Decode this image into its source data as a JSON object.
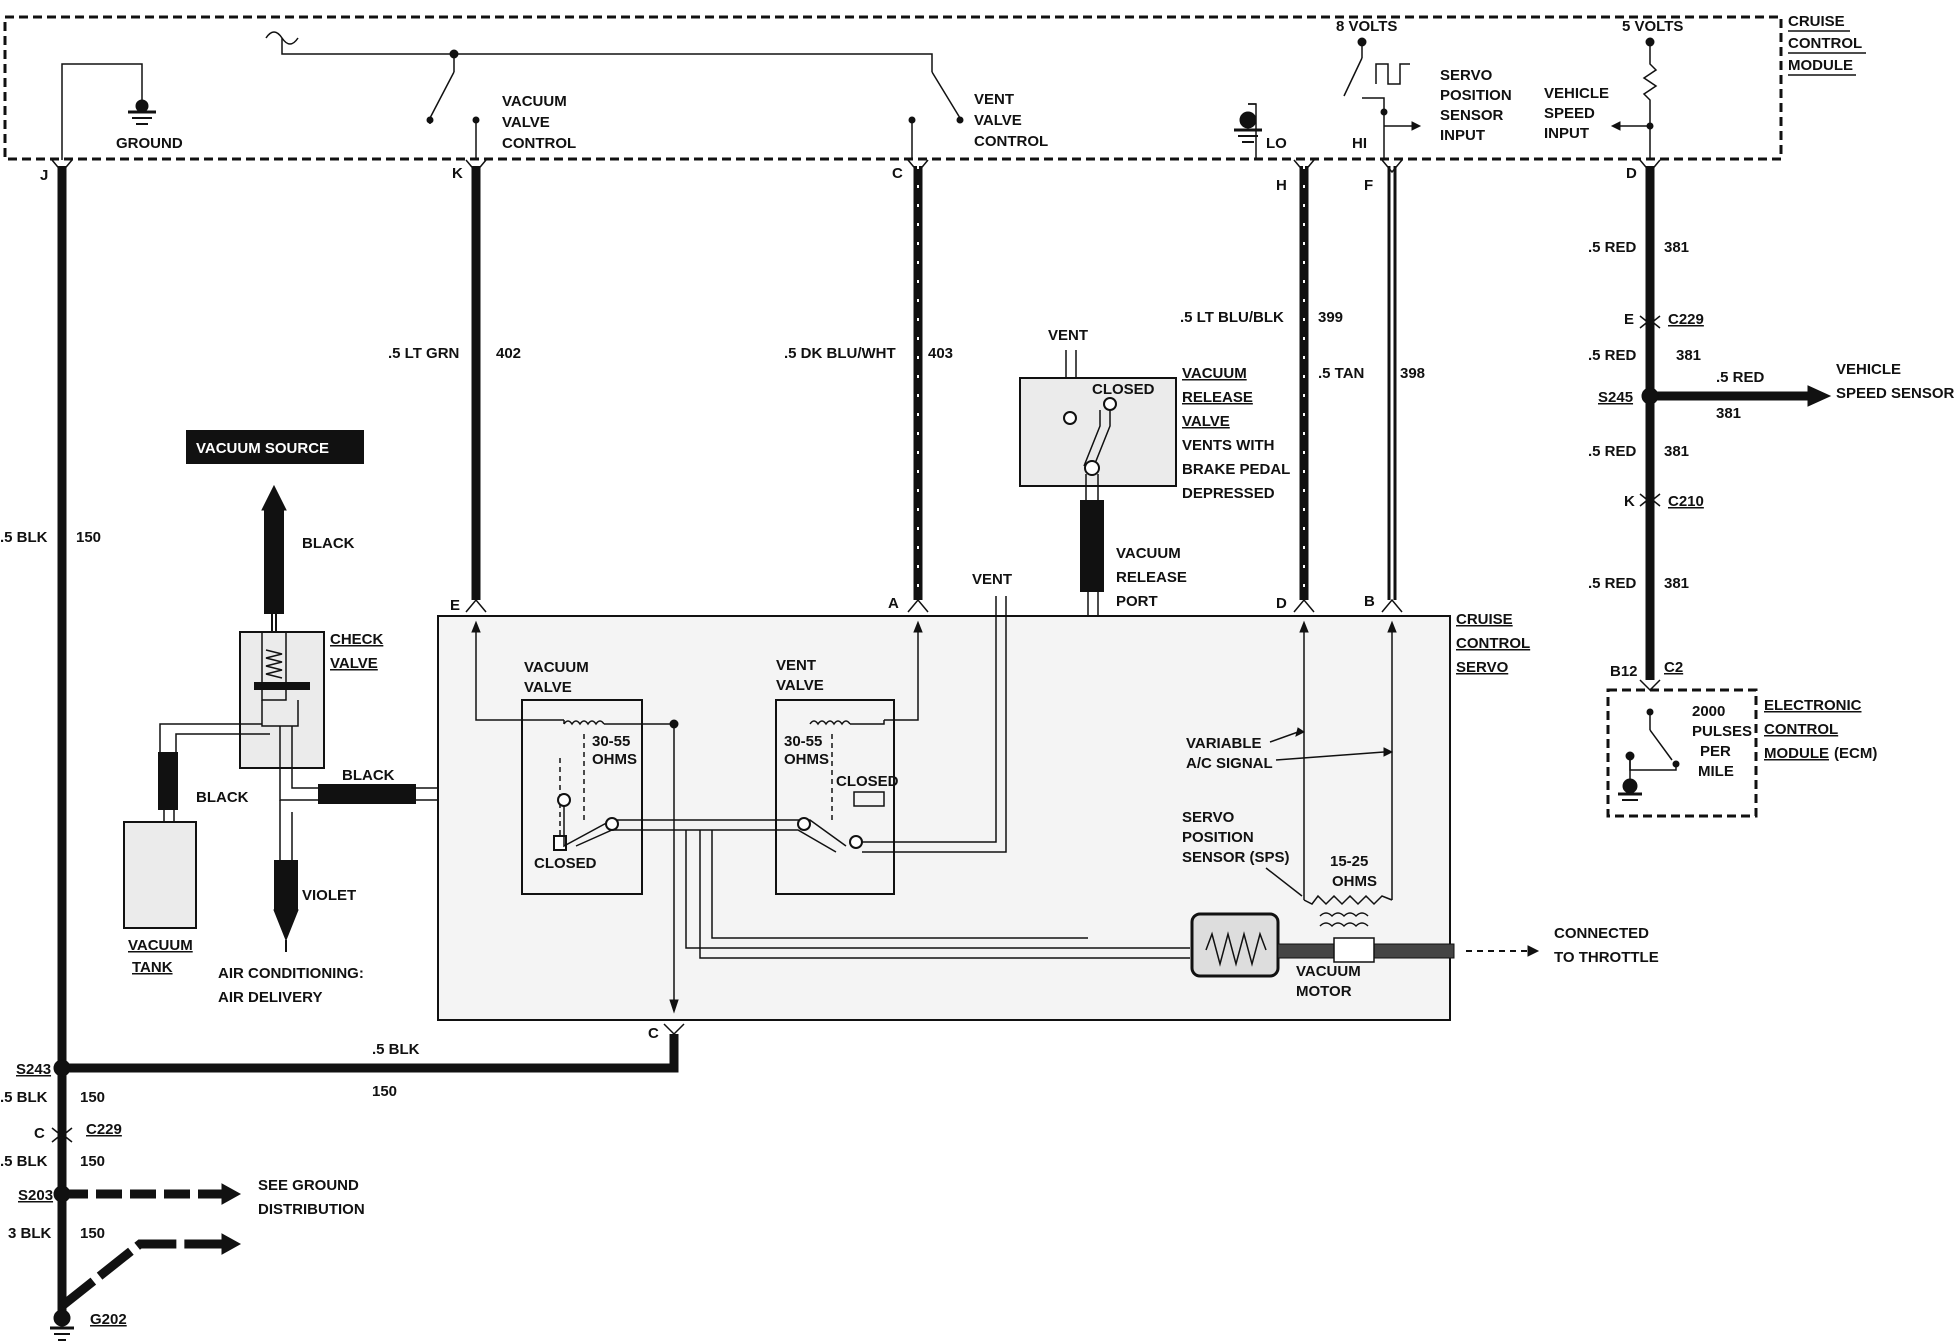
{
  "module": {
    "title": [
      "CRUISE",
      "CONTROL",
      "MODULE"
    ],
    "ground_label": "GROUND",
    "vacuum_valve_control": [
      "VACUUM",
      "VALVE",
      "CONTROL"
    ],
    "vent_valve_control": [
      "VENT",
      "VALVE",
      "CONTROL"
    ],
    "eight_volts": "8 VOLTS",
    "five_volts": "5 VOLTS",
    "lo": "LO",
    "hi": "HI",
    "servo_position_sensor_input": [
      "SERVO",
      "POSITION",
      "SENSOR",
      "INPUT"
    ],
    "vehicle_speed_input": [
      "VEHICLE",
      "SPEED",
      "INPUT"
    ]
  },
  "pins_top": {
    "j": "J",
    "k": "K",
    "c": "C",
    "h": "H",
    "f": "F",
    "d": "D"
  },
  "wires": {
    "lt_grn": ".5 LT GRN",
    "lt_grn_num": "402",
    "dk_blu": ".5 DK BLU/WHT",
    "dk_blu_num": "403",
    "lt_blu": ".5 LT BLU/BLK",
    "lt_blu_num": "399",
    "tan": ".5 TAN",
    "tan_num": "398",
    "blk": ".5 BLK",
    "blk_num": "150",
    "red": ".5 RED",
    "red_num": "381",
    "blk3": "3 BLK"
  },
  "connectors": {
    "c229": "C229",
    "c210": "C210",
    "c2": "C2",
    "b12": "B12",
    "e": "E",
    "k": "K",
    "c": "C"
  },
  "splices": {
    "s245": "S245",
    "s243": "S243",
    "s203": "S203",
    "g202": "G202"
  },
  "vehicle_speed_sensor": [
    "VEHICLE",
    "SPEED SENSOR"
  ],
  "ecm": {
    "title": [
      "ELECTRONIC",
      "CONTROL",
      "MODULE",
      "(ECM)"
    ],
    "pulses": [
      "2000",
      "PULSES",
      "PER",
      "MILE"
    ]
  },
  "vacuum": {
    "source": "VACUUM SOURCE",
    "black": "BLACK",
    "check_valve": [
      "CHECK",
      "VALVE"
    ],
    "vacuum_tank": [
      "VACUUM",
      "TANK"
    ],
    "violet": "VIOLET",
    "ac": [
      "AIR CONDITIONING:",
      "AIR DELIVERY"
    ]
  },
  "release_valve": {
    "vent": "VENT",
    "closed": "CLOSED",
    "title": [
      "VACUUM",
      "RELEASE",
      "VALVE"
    ],
    "note": [
      "VENTS WITH",
      "BRAKE PEDAL",
      "DEPRESSED"
    ],
    "port": [
      "VACUUM",
      "RELEASE",
      "PORT"
    ]
  },
  "servo": {
    "title": [
      "CRUISE",
      "CONTROL",
      "SERVO"
    ],
    "pins": {
      "e": "E",
      "a": "A",
      "d": "D",
      "b": "B",
      "c": "C"
    },
    "vent": "VENT",
    "vacuum_valve": [
      "VACUUM",
      "VALVE"
    ],
    "vent_valve": [
      "VENT",
      "VALVE"
    ],
    "ohms_30_55": [
      "30-55",
      "OHMS"
    ],
    "closed": "CLOSED",
    "variable_ac": [
      "VARIABLE",
      "A/C SIGNAL"
    ],
    "sps": [
      "SERVO",
      "POSITION",
      "SENSOR (SPS)"
    ],
    "ohms_15_25": [
      "15-25",
      "OHMS"
    ],
    "vacuum_motor": [
      "VACUUM",
      "MOTOR"
    ],
    "throttle": [
      "CONNECTED",
      "TO THROTTLE"
    ]
  },
  "ground_dist": [
    "SEE GROUND",
    "DISTRIBUTION"
  ]
}
